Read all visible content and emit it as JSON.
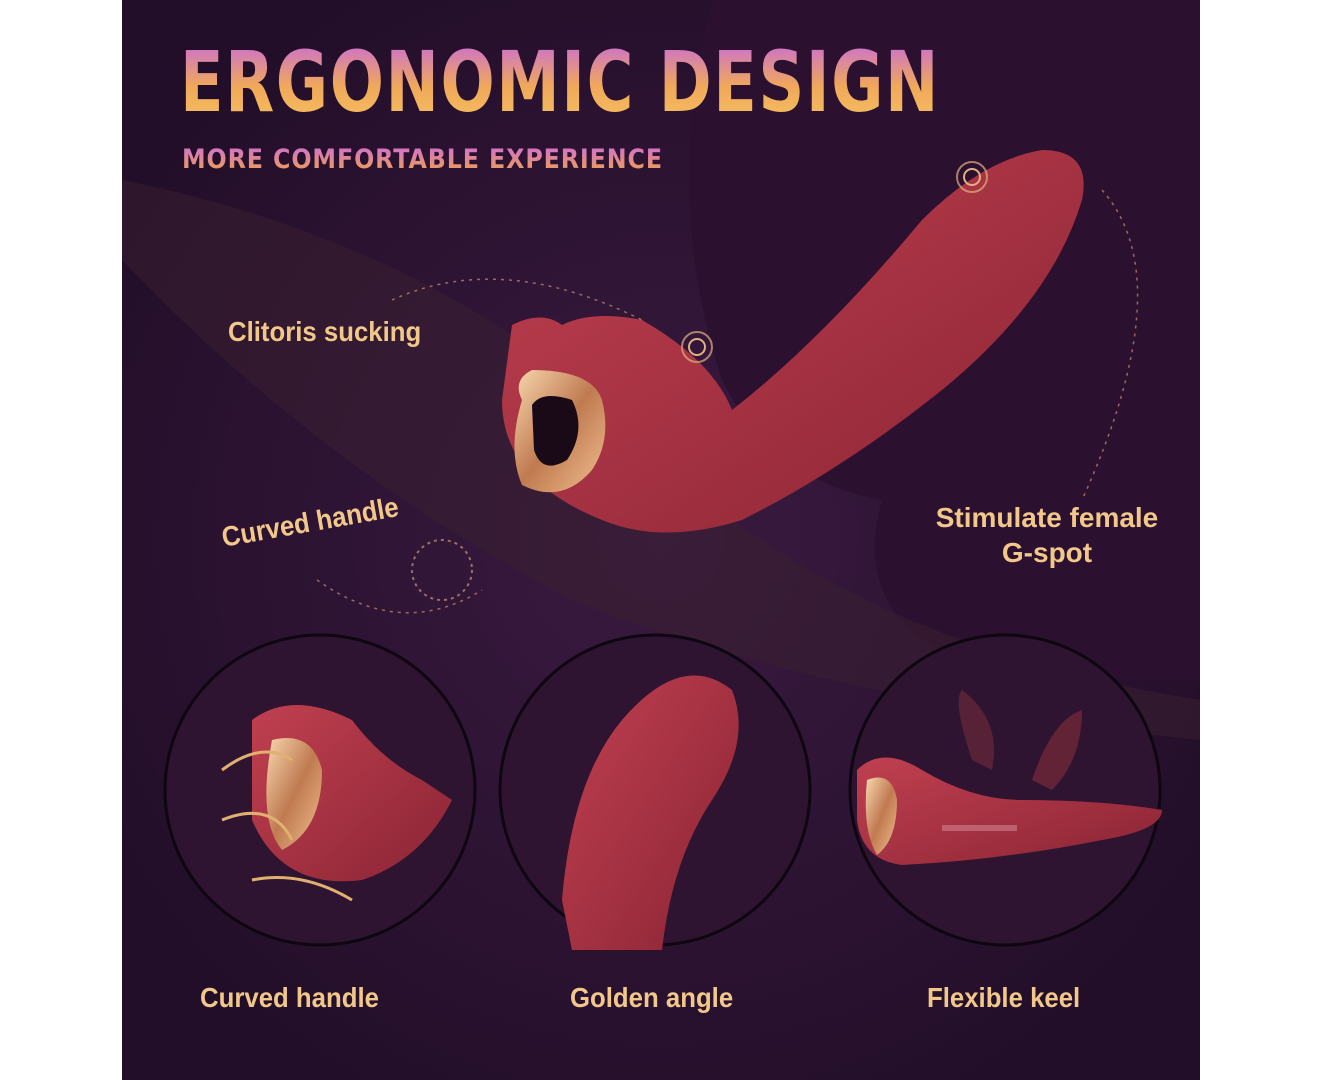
{
  "header": {
    "title": "ERGONOMIC DESIGN",
    "subtitle": "MORE COMFORTABLE EXPERIENCE"
  },
  "callouts": {
    "top_left": "Clitoris sucking",
    "middle_left": "Curved handle",
    "right_line1": "Stimulate female",
    "right_line2": "G-spot"
  },
  "circles": [
    {
      "label": "Curved handle"
    },
    {
      "label": "Golden angle"
    },
    {
      "label": "Flexible keel"
    }
  ],
  "colors": {
    "background": "#2a1230",
    "product": "#a8323f",
    "label": "#f2c88a",
    "accent_gold": "#e0a060"
  }
}
